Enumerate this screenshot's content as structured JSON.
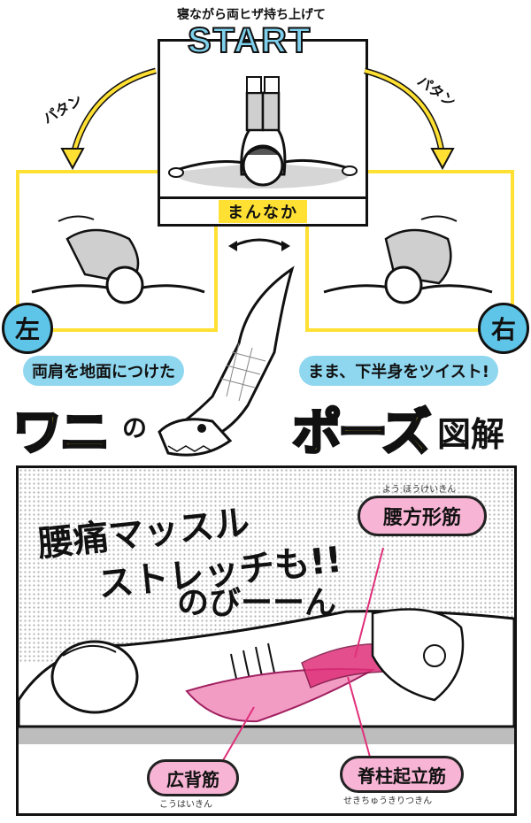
{
  "top": {
    "instruction": "寝ながら両ヒザ持ち上げて",
    "start": "START",
    "center_label": "まんなか",
    "flip_left": "パタン",
    "flip_right": "パタン",
    "left_badge": "左",
    "right_badge": "右"
  },
  "caption": {
    "left": "両肩を地面につけた",
    "right": "まま、下半身をツイスト!"
  },
  "title": {
    "part1": "ワニ",
    "part2": "の",
    "part3": "ポーズ",
    "part4": "図解"
  },
  "bottom": {
    "headline_line1": "腰痛マッスル",
    "headline_line2": "ストレッチも!!",
    "stretch": "のびーーん",
    "muscles": [
      {
        "name": "腰方形筋",
        "reading": "よう ほうけいきん",
        "color": "#f7b4d4"
      },
      {
        "name": "広背筋",
        "reading": "こうはいきん",
        "color": "#f7b4d4"
      },
      {
        "name": "脊柱起立筋",
        "reading": "せきちゅうきりつきん",
        "color": "#f7b4d4"
      }
    ]
  },
  "colors": {
    "yellow": "#ffe033",
    "blue": "#8fd6ef",
    "pink": "#f29cc3",
    "dark_pink": "#e0307a"
  }
}
